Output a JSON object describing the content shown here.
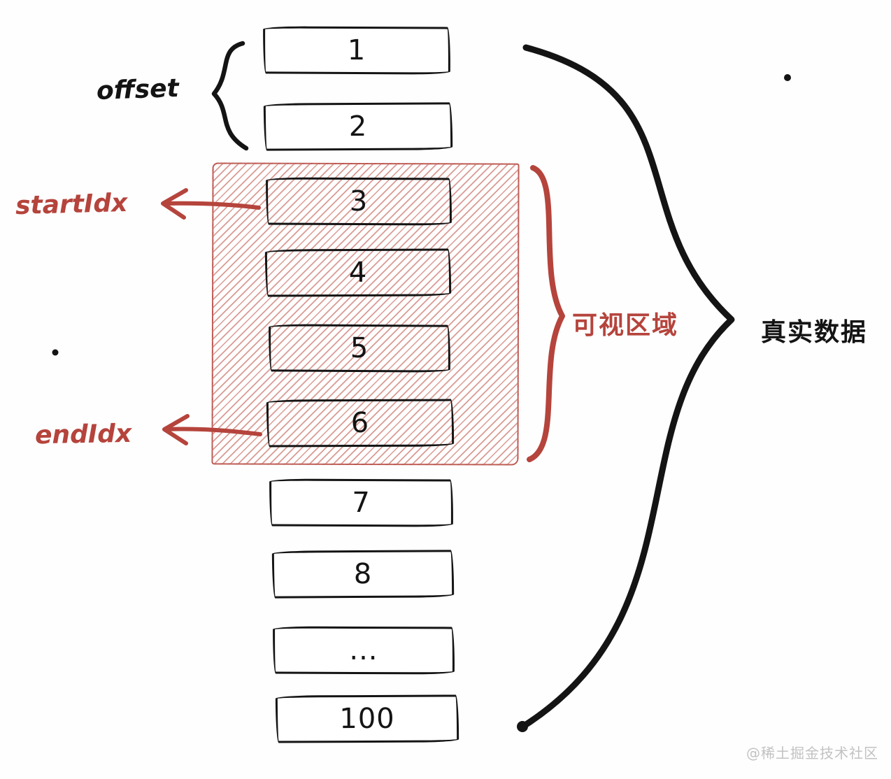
{
  "boxes": [
    {
      "label": "1",
      "in_viewport": false
    },
    {
      "label": "2",
      "in_viewport": false
    },
    {
      "label": "3",
      "in_viewport": true
    },
    {
      "label": "4",
      "in_viewport": true
    },
    {
      "label": "5",
      "in_viewport": true
    },
    {
      "label": "6",
      "in_viewport": true
    },
    {
      "label": "7",
      "in_viewport": false
    },
    {
      "label": "8",
      "in_viewport": false
    },
    {
      "label": "...",
      "in_viewport": false
    },
    {
      "label": "100",
      "in_viewport": false
    }
  ],
  "labels": {
    "offset": "offset",
    "start_idx": "startIdx",
    "end_idx": "endIdx",
    "viewport_area": "可视区域",
    "real_data": "真实数据"
  },
  "watermark": "@稀土掘金技术社区",
  "colors": {
    "ink": "#141414",
    "red": "#b5443c",
    "watermark": "#c2c2c2"
  }
}
